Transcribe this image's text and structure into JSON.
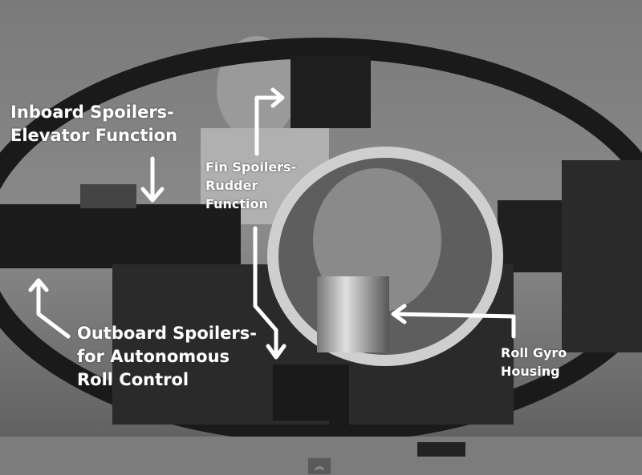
{
  "labels": {
    "inboard": [
      "Inboard Spoilers-",
      "Elevator Function"
    ],
    "fin": [
      "Fin Spoilers-",
      "Rudder",
      "Function"
    ],
    "outboard": [
      "Outboard Spoilers-",
      "for Autonomous",
      "Roll Control"
    ],
    "gyro": [
      "Roll Gyro",
      "Housing"
    ]
  },
  "player": {
    "expand_icon": "double-chevron-up-icon",
    "expand_glyph": "︽"
  }
}
